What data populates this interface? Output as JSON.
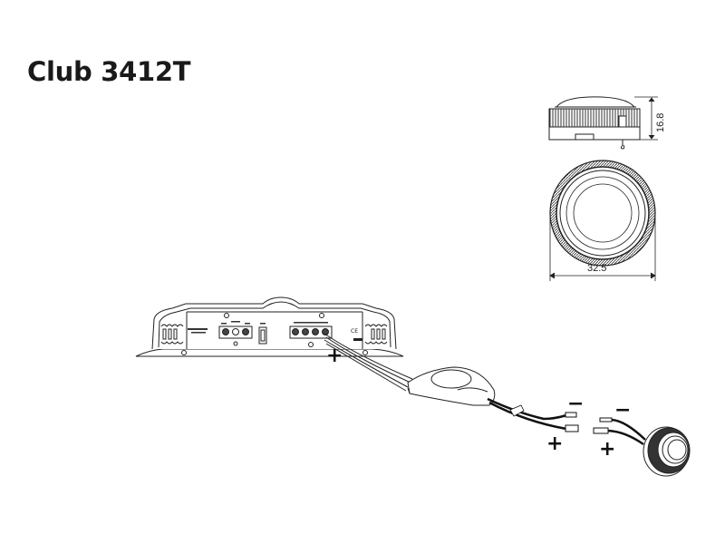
{
  "title": "Club 3412T",
  "dimensions": {
    "height_label": "16.8",
    "width_label": "32.5"
  },
  "polarity": {
    "plus": "+",
    "minus": "−"
  },
  "components": [
    "tweeter-side-view",
    "tweeter-front-view",
    "amplifier",
    "crossover",
    "tweeter"
  ],
  "colors": {
    "line": "#222222",
    "background": "#ffffff",
    "fill_dark": "#333333"
  }
}
